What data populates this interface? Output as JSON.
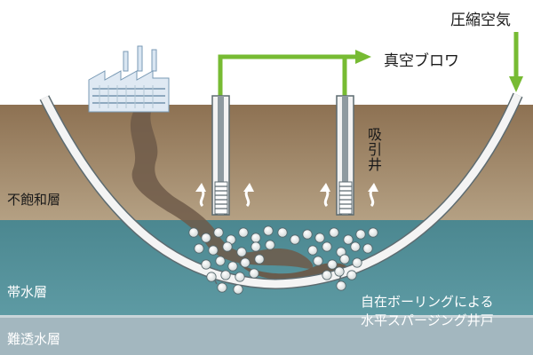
{
  "labels": {
    "compressed_air": "圧縮空気",
    "vacuum_blower": "真空ブロワ",
    "suction_well": "吸引井",
    "unsaturated_layer": "不飽和層",
    "aquifer": "帯水層",
    "aquitard": "難透水層",
    "caption_line1": "自在ボーリングによる",
    "caption_line2": "水平スパージング井戸"
  },
  "colors": {
    "sky": "#ffffff",
    "soil": "#a48a6c",
    "aquifer": "#4e8e98",
    "aquitard": "#9fb4bc",
    "contaminant": "#6e5a48",
    "pipe_green": "#77bb33",
    "well_casing": "#f2f2f2",
    "horizontal_well": "#f4f4f4"
  },
  "icons": {
    "factory": "factory-icon",
    "air_bubble": "air-bubble-icon",
    "rising_vapor": "rising-vapor-arrow-icon"
  }
}
